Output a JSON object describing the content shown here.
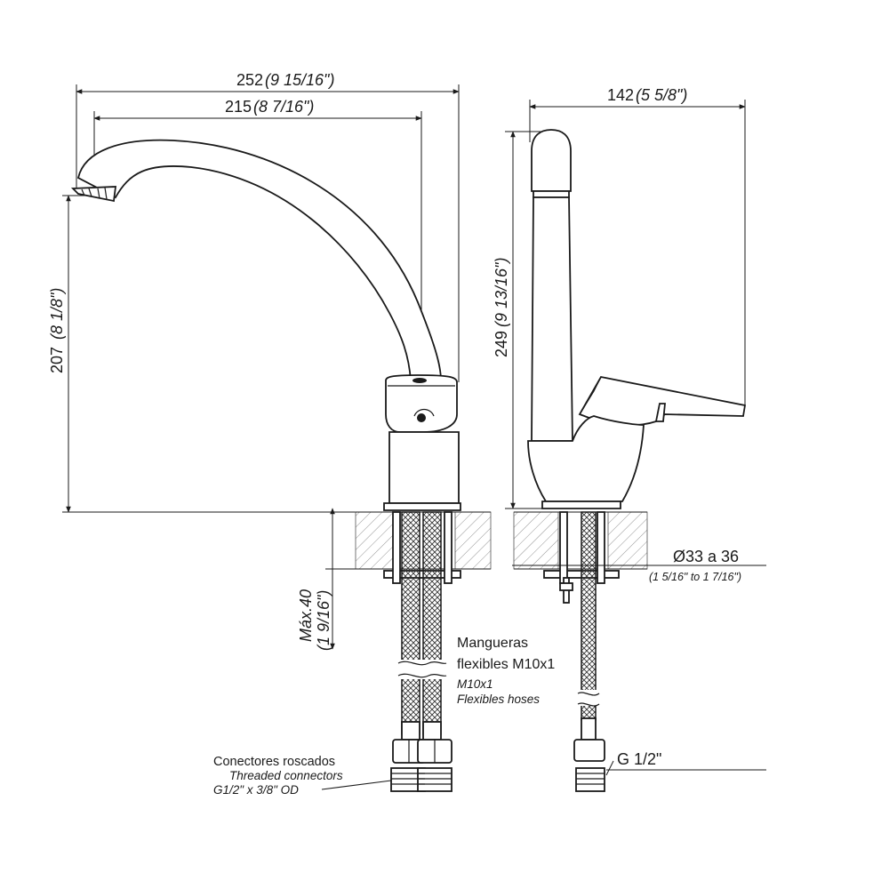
{
  "dimensions": {
    "overall_width": {
      "value": "252",
      "imperial": "(9 15/16\")"
    },
    "spout_reach": {
      "value": "215",
      "imperial": "(8 7/16\")"
    },
    "spout_height": {
      "value": "207",
      "imperial": "(8 1/8\")"
    },
    "side_width": {
      "value": "142",
      "imperial": "(5 5/8\")"
    },
    "overall_height": {
      "value": "249",
      "imperial": "(9 13/16\")"
    },
    "max_thickness": {
      "value": "Máx.40",
      "imperial": "(1 9/16\")"
    },
    "hole_diameter": {
      "value": "Ø33 a 36",
      "imperial": "(1 5/16\" to 1 7/16\")"
    },
    "inlet_thread": {
      "value": "G 1/2\""
    }
  },
  "notes": {
    "hoses": {
      "line1": "Mangueras",
      "line2": "flexibles M10x1",
      "en_line1": "M10x1",
      "en_line2": "Flexibles hoses"
    },
    "connectors": {
      "line1": "Conectores roscados",
      "en_line1": "Threaded connectors",
      "en_line2": "G1/2\" x 3/8\" OD"
    }
  }
}
